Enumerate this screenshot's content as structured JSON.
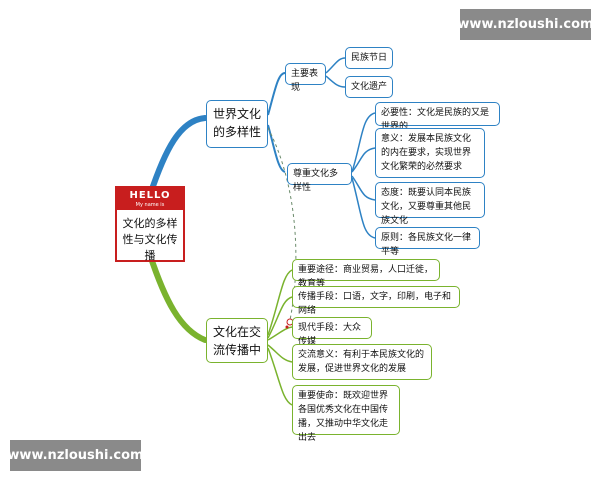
{
  "watermark": {
    "text": "www.nzloushi.com"
  },
  "colors": {
    "hello_red": "#c81e1e",
    "branch_blue": "#2e82c4",
    "branch_green": "#7ab32e"
  },
  "center": {
    "hello": "HELLO",
    "hello_sub": "My name is",
    "title": "文化的多样性与文化传播"
  },
  "diversity": {
    "title": "世界文化的多样性",
    "main_expression": "主要表现",
    "expressions": [
      "民族节日",
      "文化遗产"
    ],
    "respect": "尊重文化多样性",
    "respect_items": [
      "必要性：文化是民族的又是世界的",
      "意义：发展本民族文化的内在要求，实现世界文化繁荣的必然要求",
      "态度：既要认同本民族文化，又要尊重其他民族文化",
      "原则：各民族文化一律平等"
    ]
  },
  "spread": {
    "title": "文化在交流传播中",
    "items": [
      "重要途径：商业贸易，人口迁徙，教育等",
      "传播手段：口语，文字，印刷，电子和网络",
      "现代手段：大众传媒",
      "交流意义：有利于本民族文化的发展，促进世界文化的发展",
      "重要使命：既欢迎世界各国优秀文化在中国传播，又推动中华文化走出去"
    ]
  }
}
